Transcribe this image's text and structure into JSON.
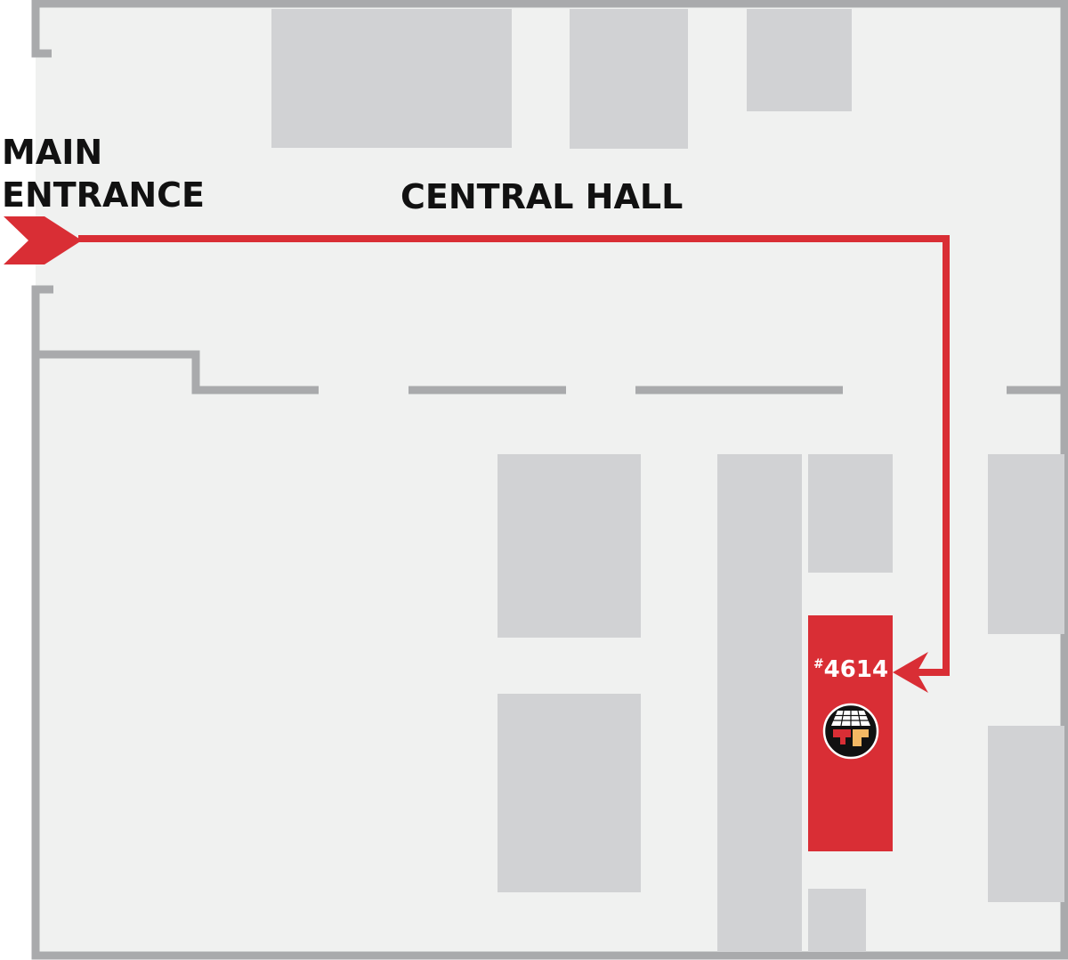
{
  "map": {
    "entrance_label_line1": "MAIN",
    "entrance_label_line2": "ENTRANCE",
    "hall_label": "CENTRAL HALL",
    "booth": {
      "hash": "#",
      "number": "4614",
      "logo_icon": "solar-panel-logo-icon"
    },
    "route_icon": "route-arrow",
    "entrance_icon": "entrance-chevron-icon"
  },
  "colors": {
    "floor": "#f0f1f0",
    "wall": "#a9aaac",
    "booth_block": "#d1d2d4",
    "highlight": "#d92e35",
    "text": "#111111",
    "logo_accent": "#f3b864"
  }
}
